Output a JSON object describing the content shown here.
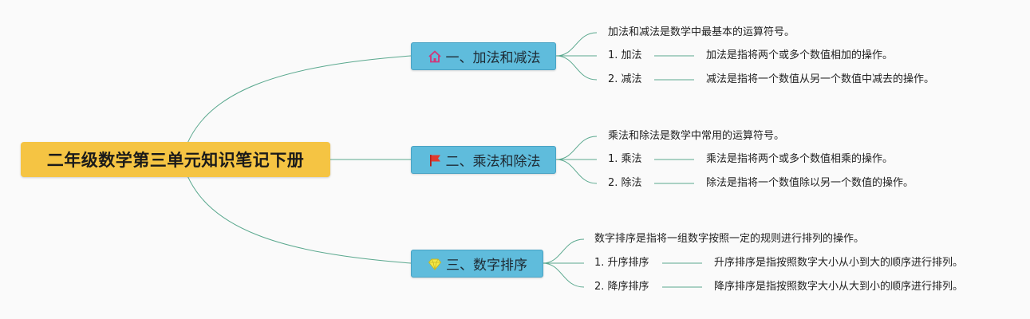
{
  "root": {
    "title": "二年级数学第三单元知识笔记下册"
  },
  "colors": {
    "root_bg": "#f5c443",
    "branch_bg": "#5fbcdc",
    "line": "#5aa88e"
  },
  "branches": [
    {
      "icon": "house-icon",
      "title": "一、加法和减法",
      "intro": "加法和减法是数学中最基本的运算符号。",
      "items": [
        {
          "label": "1. 加法",
          "desc": "加法是指将两个或多个数值相加的操作。"
        },
        {
          "label": "2. 减法",
          "desc": "减法是指将一个数值从另一个数值中减去的操作。"
        }
      ]
    },
    {
      "icon": "red-flag-icon",
      "title": "二、乘法和除法",
      "intro": "乘法和除法是数学中常用的运算符号。",
      "items": [
        {
          "label": "1. 乘法",
          "desc": "乘法是指将两个或多个数值相乘的操作。"
        },
        {
          "label": "2. 除法",
          "desc": "除法是指将一个数值除以另一个数值的操作。"
        }
      ]
    },
    {
      "icon": "diamond-icon",
      "title": "三、数字排序",
      "intro": "数字排序是指将一组数字按照一定的规则进行排列的操作。",
      "items": [
        {
          "label": "1. 升序排序",
          "desc": "升序排序是指按照数字大小从小到大的顺序进行排列。"
        },
        {
          "label": "2. 降序排序",
          "desc": "降序排序是指按照数字大小从大到小的顺序进行排列。"
        }
      ]
    }
  ]
}
